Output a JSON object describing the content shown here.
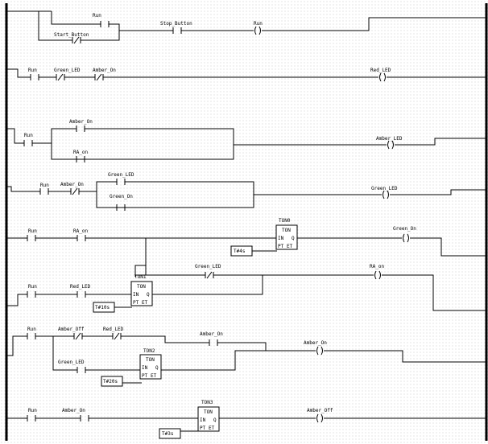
{
  "rungs": [
    {
      "contacts": [
        {
          "label": "Run",
          "negated": false
        },
        {
          "label": "Start_Button",
          "negated": true
        },
        {
          "label": "Stop_Button",
          "negated": false
        }
      ],
      "coils": [
        {
          "label": "Run"
        }
      ]
    },
    {
      "contacts": [
        {
          "label": "Run",
          "negated": false
        },
        {
          "label": "Green_LED",
          "negated": true
        },
        {
          "label": "Amber_On",
          "negated": true
        }
      ],
      "coils": [
        {
          "label": "Red_LED"
        }
      ]
    },
    {
      "contacts": [
        {
          "label": "Run",
          "negated": false
        },
        {
          "label": "Amber_On",
          "negated": false
        },
        {
          "label": "RA_on",
          "negated": false
        }
      ],
      "coils": [
        {
          "label": "Amber_LED"
        }
      ]
    },
    {
      "contacts": [
        {
          "label": "Run",
          "negated": false
        },
        {
          "label": "Amber_On",
          "negated": true
        },
        {
          "label": "Green_LED",
          "negated": false
        },
        {
          "label": "Green_On",
          "negated": false
        }
      ],
      "coils": [
        {
          "label": "Green_LED"
        }
      ]
    },
    {
      "contacts": [
        {
          "label": "Run",
          "negated": false
        },
        {
          "label": "RA_on",
          "negated": false
        },
        {
          "label": "Green_LED",
          "negated": true
        },
        {
          "label": "Run",
          "negated": false
        },
        {
          "label": "Red_LED",
          "negated": false
        }
      ],
      "timers": [
        {
          "name": "TON0",
          "type": "TON",
          "pin_in": "IN",
          "pin_q": "Q",
          "pin_pt": "PT",
          "pin_et": "ET",
          "preset": "T#4s"
        },
        {
          "name": "TON1",
          "type": "TON",
          "pin_in": "IN",
          "pin_q": "Q",
          "pin_pt": "PT",
          "pin_et": "ET",
          "preset": "T#10s"
        }
      ],
      "coils": [
        {
          "label": "Green_On"
        },
        {
          "label": "RA_on"
        }
      ]
    },
    {
      "contacts": [
        {
          "label": "Run",
          "negated": false
        },
        {
          "label": "Amber_Off",
          "negated": true
        },
        {
          "label": "Red_LED",
          "negated": true
        },
        {
          "label": "Amber_On",
          "negated": false
        },
        {
          "label": "Green_LED",
          "negated": false
        }
      ],
      "timers": [
        {
          "name": "TON2",
          "type": "TON",
          "pin_in": "IN",
          "pin_q": "Q",
          "pin_pt": "PT",
          "pin_et": "ET",
          "preset": "T#20s"
        }
      ],
      "coils": [
        {
          "label": "Amber_On"
        }
      ]
    },
    {
      "contacts": [
        {
          "label": "Run",
          "negated": false
        },
        {
          "label": "Amber_On",
          "negated": false
        }
      ],
      "timers": [
        {
          "name": "TON3",
          "type": "TON",
          "pin_in": "IN",
          "pin_q": "Q",
          "pin_pt": "PT",
          "pin_et": "ET",
          "preset": "T#3s"
        }
      ],
      "coils": [
        {
          "label": "Amber_Off"
        }
      ]
    }
  ]
}
